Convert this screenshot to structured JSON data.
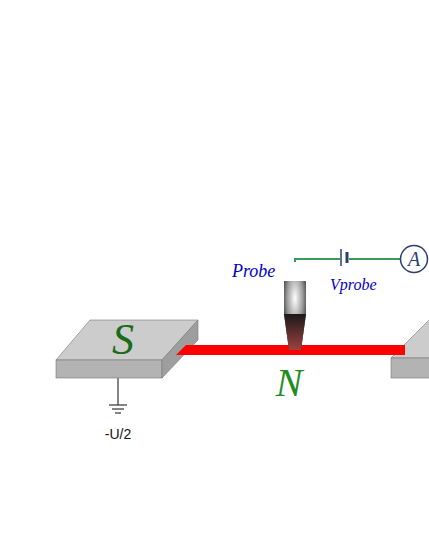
{
  "diagram": {
    "nodes": [
      {
        "text": [
          "S"
        ]
      },
      {
        "text": [
          "N"
        ]
      },
      {
        "text": [
          "Probe"
        ]
      },
      {
        "text": [
          "A"
        ]
      }
    ],
    "edges": [
      {
        "from": 2,
        "to": 3,
        "arrow": "none",
        "label": "Vprobe"
      }
    ],
    "labels": [
      "-U/2"
    ]
  }
}
